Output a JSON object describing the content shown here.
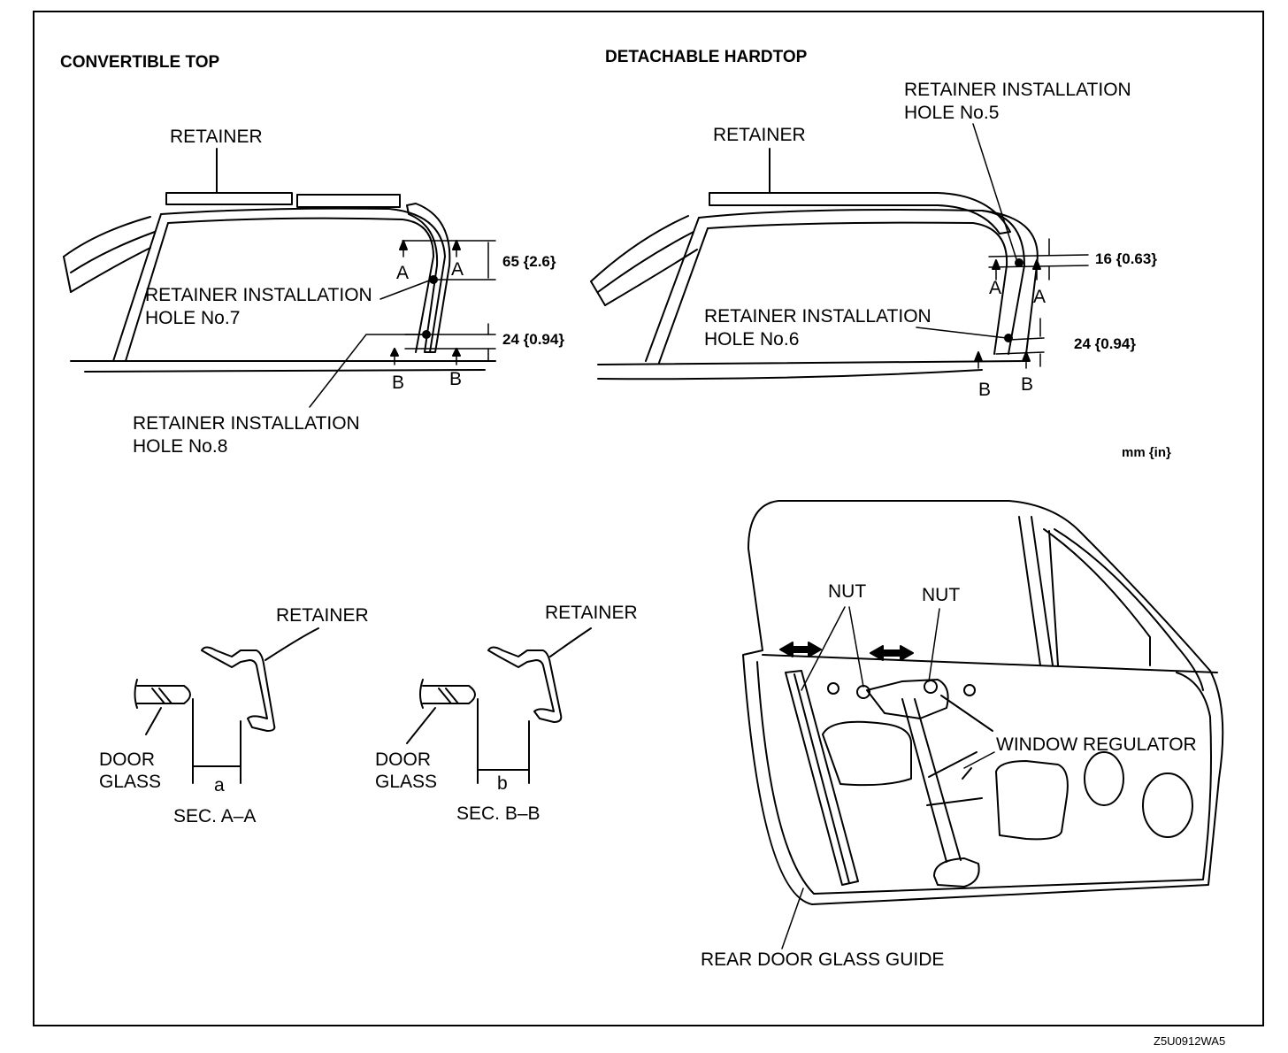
{
  "convertible": {
    "title": "CONVERTIBLE TOP",
    "retainer": "RETAINER",
    "hole7": "RETAINER INSTALLATION\nHOLE No.7",
    "hole8": "RETAINER INSTALLATION\nHOLE No.8",
    "dim_a": "65 {2.6}",
    "dim_b": "24 {0.94}",
    "A": "A",
    "B": "B"
  },
  "hardtop": {
    "title": "DETACHABLE HARDTOP",
    "retainer": "RETAINER",
    "hole5": "RETAINER INSTALLATION\nHOLE No.5",
    "hole6": "RETAINER INSTALLATION\nHOLE No.6",
    "dim_a": "16 {0.63}",
    "dim_b": "24 {0.94}",
    "A": "A",
    "B": "B"
  },
  "units": "mm {in}",
  "sections": {
    "retainer": "RETAINER",
    "door_glass": "DOOR\nGLASS",
    "sec_a": "SEC. A–A",
    "sec_b": "SEC. B–B",
    "dim_a": "a",
    "dim_b": "b"
  },
  "door": {
    "nut": "NUT",
    "window_regulator": "WINDOW REGULATOR",
    "rear_glass_guide": "REAR DOOR GLASS GUIDE"
  },
  "figure_code": "Z5U0912WA5"
}
